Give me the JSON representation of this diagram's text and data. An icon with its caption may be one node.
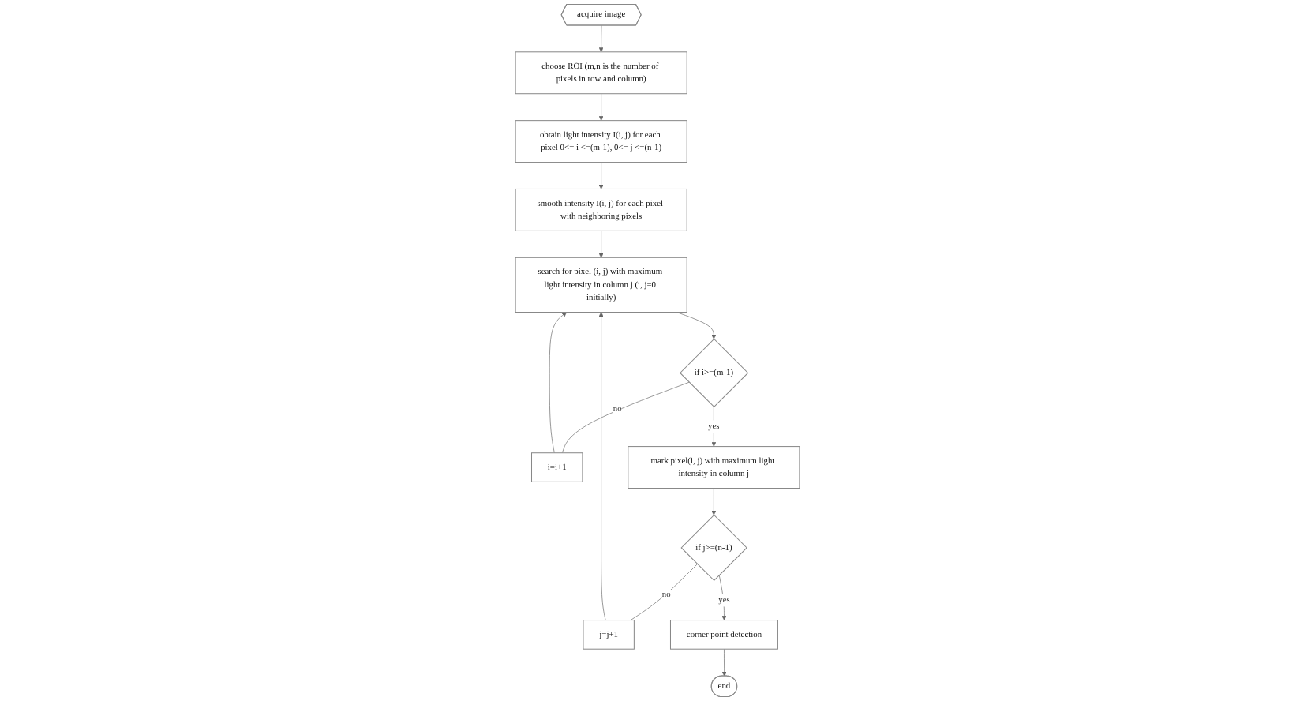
{
  "diagram": {
    "nodes": [
      {
        "text": [
          "acquire image"
        ]
      },
      {
        "text": [
          "choose ROI (m,n is the number of pixels in row and column)"
        ]
      },
      {
        "text": [
          "obtain light intensity I(i, j) for each pixel 0<= i <=(m-1), 0<= j <=(n-1)"
        ]
      },
      {
        "text": [
          "smooth intensity I(i, j) for each pixel with neighboring pixels"
        ]
      },
      {
        "text": [
          "search for pixel (i, j) with maximum light intensity in column j (i, j=0 initially)"
        ]
      },
      {
        "text": [
          "if i>=(m-1)"
        ]
      },
      {
        "text": [
          "i=i+1"
        ]
      },
      {
        "text": [
          "mark pixel(i, j) with maximum light intensity in column j"
        ]
      },
      {
        "text": [
          "if j>=(n-1)"
        ]
      },
      {
        "text": [
          "j=j+1"
        ]
      },
      {
        "text": [
          "corner point detection"
        ]
      },
      {
        "text": [
          "end"
        ]
      }
    ],
    "edges": [
      {
        "from": 0,
        "to": 1,
        "arrow": "to"
      },
      {
        "from": 1,
        "to": 2,
        "arrow": "to"
      },
      {
        "from": 2,
        "to": 3,
        "arrow": "to"
      },
      {
        "from": 3,
        "to": 4,
        "arrow": "to"
      },
      {
        "from": 4,
        "to": 5,
        "arrow": "to"
      },
      {
        "from": 5,
        "to": 6,
        "arrow": "none",
        "label": "no"
      },
      {
        "from": 6,
        "to": 4,
        "arrow": "to"
      },
      {
        "from": 5,
        "to": 7,
        "arrow": "to",
        "label": "yes"
      },
      {
        "from": 7,
        "to": 8,
        "arrow": "to"
      },
      {
        "from": 8,
        "to": 9,
        "arrow": "none",
        "label": "no"
      },
      {
        "from": 9,
        "to": 4,
        "arrow": "to"
      },
      {
        "from": 8,
        "to": 10,
        "arrow": "to",
        "label": "yes"
      },
      {
        "from": 10,
        "to": 11,
        "arrow": "to"
      }
    ]
  }
}
